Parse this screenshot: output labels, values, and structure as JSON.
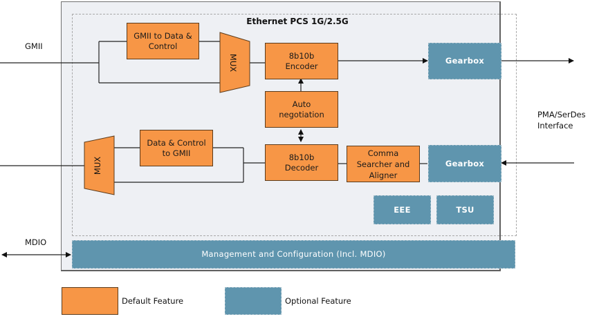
{
  "diagram": {
    "title": "Ethernet PCS 1G/2.5G",
    "external_labels": {
      "gmii": "GMII",
      "pma": "PMA/SerDes\nInterface",
      "pma_line1": "PMA/SerDes",
      "pma_line2": "Interface",
      "mdio": "MDIO"
    },
    "blocks": {
      "gmii_to_data": {
        "line1": "GMII to Data &",
        "line2": "Control",
        "type": "default"
      },
      "mux_tx": {
        "label": "MUX",
        "type": "default"
      },
      "encoder": {
        "line1": "8b10b",
        "line2": "Encoder",
        "type": "default"
      },
      "gearbox_tx": {
        "label": "Gearbox",
        "type": "optional"
      },
      "autoneg": {
        "line1": "Auto",
        "line2": "negotiation",
        "type": "default"
      },
      "data_to_gmii": {
        "line1": "Data & Control",
        "line2": "to GMII",
        "type": "default"
      },
      "mux_rx": {
        "label": "MUX",
        "type": "default"
      },
      "decoder": {
        "line1": "8b10b",
        "line2": "Decoder",
        "type": "default"
      },
      "comma": {
        "line1": "Comma",
        "line2": "Searcher and",
        "line3": "Aligner",
        "type": "default"
      },
      "gearbox_rx": {
        "label": "Gearbox",
        "type": "optional"
      },
      "eee": {
        "label": "EEE",
        "type": "optional"
      },
      "tsu": {
        "label": "TSU",
        "type": "optional"
      },
      "mgmt": {
        "label": "Management and Configuration (Incl. MDIO)",
        "type": "optional"
      }
    },
    "legend": [
      {
        "label": "Default Feature",
        "color": "#f79646"
      },
      {
        "label": "Optional Feature",
        "color": "#5f95ae"
      }
    ]
  }
}
